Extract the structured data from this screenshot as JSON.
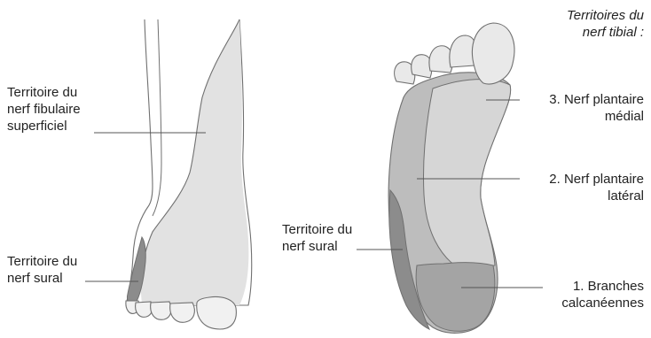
{
  "labels": {
    "tibial_title": [
      "Territoires du",
      "nerf tibial :"
    ],
    "fibular": [
      "Territoire du",
      "nerf fibulaire",
      "superficiel"
    ],
    "sural_dorsal": [
      "Territoire du",
      "nerf sural"
    ],
    "sural_plantar": [
      "Territoire du",
      "nerf sural"
    ],
    "medial_plantar": [
      "3. Nerf plantaire",
      "médial"
    ],
    "lateral_plantar": [
      "2. Nerf plantaire",
      "latéral"
    ],
    "calcaneal": [
      "1. Branches",
      "calcanéennes"
    ]
  },
  "colors": {
    "outline": "#707070",
    "skin": "#ebebeb",
    "fibular_region": "#e2e2e2",
    "lateral_region": "#bdbdbd",
    "calcaneal_region": "#a4a4a4",
    "sural_region": "#8c8c8c",
    "medial_region": "#d6d6d6",
    "leader": "#555555"
  }
}
